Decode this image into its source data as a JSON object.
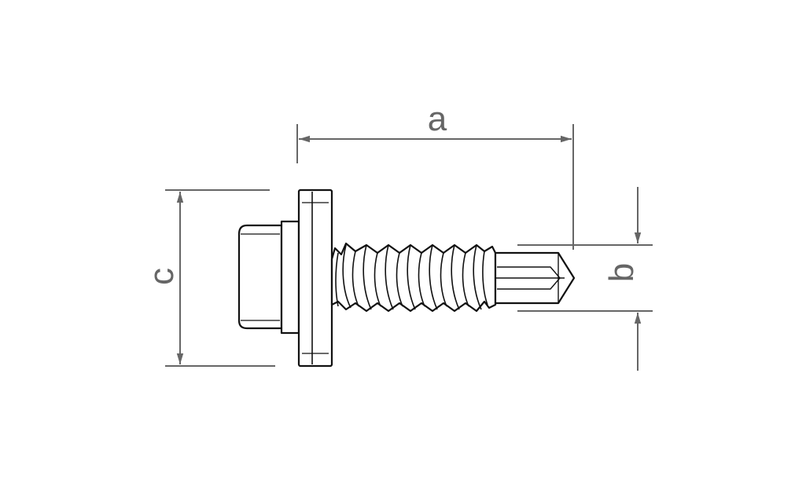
{
  "dimensions": {
    "length_label": "a",
    "diameter_label": "b",
    "washer_diameter_label": "c"
  },
  "colors": {
    "outline": "#111111",
    "dimension": "#666666",
    "background": "#ffffff"
  }
}
